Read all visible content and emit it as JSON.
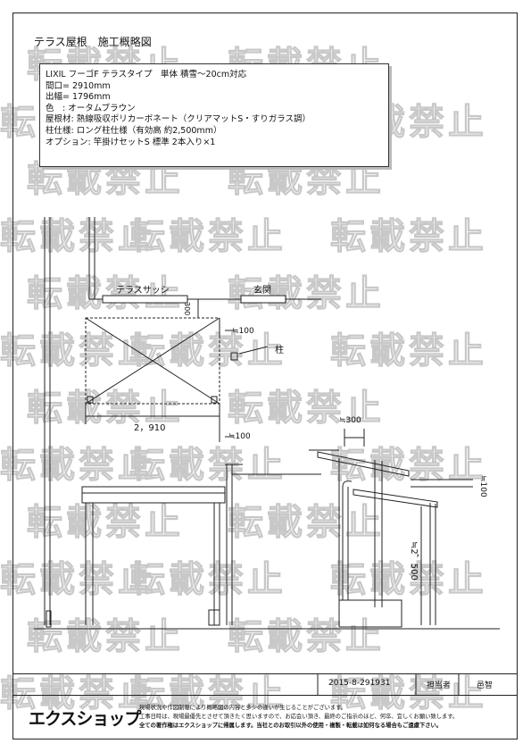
{
  "title": "テラス屋根　施工概略図",
  "spec": {
    "lines": [
      "LIXIL フーゴF テラスタイプ　単体 積雪～20cm対応",
      "間口= 2910mm",
      "出幅= 1796mm",
      "色　: オータムブラウン",
      "屋根材: 熱線吸収ポリカーボネート（クリアマットS・すりガラス調）",
      "柱仕様: ロング柱仕様（有効高 約2,500mm）",
      "オプション: 竿掛けセットS 標準 2本入り×1"
    ]
  },
  "plan": {
    "sash_label": "テラスサッシ",
    "entrance_label": "玄関",
    "offset_300": "300",
    "approx_100_top": "≒100",
    "pillar_label": "柱",
    "width_2910": "2，910",
    "approx_100_bottom": "≒100"
  },
  "side": {
    "approx_300": "≒300",
    "approx_100": "≒100",
    "height_2500": "≒2，500"
  },
  "watermark_text": "転載禁止",
  "footer": {
    "doc_id": "2015-8-291931",
    "person_label": "担当者",
    "person_name": "邑智",
    "logo": "エクスショップ",
    "notice_lines": [
      "現場状況や作図制限により概略図の内容と多少の違いが生じることがございます。",
      "工事日時は、現場最優先とさせて頂きたく思いますので、お応会い頂き、最終のご指示のほど、何卒、宜しくお願い致します。",
      "全ての著作権はエクスショップに帰属します。当社とのお取引以外の使用・複製・転載は如何なる場合もご遠慮下さい。"
    ]
  }
}
